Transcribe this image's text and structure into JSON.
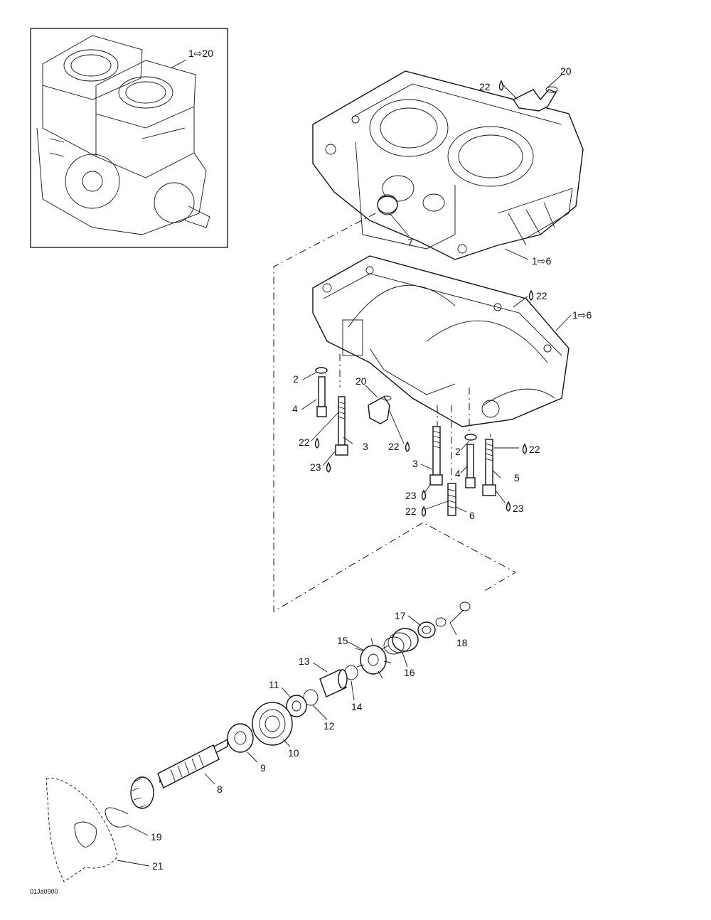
{
  "inset": {
    "label": "1⇨20"
  },
  "callouts": {
    "c20_top": "20",
    "c22_top": "22",
    "c7": "7",
    "c1_6_top": "1⇨6",
    "c22_right": "22",
    "c1_6_mid": "1⇨6",
    "c2_left": "2",
    "c20_mid": "20",
    "c4_left": "4",
    "c22_left": "22",
    "c3_left": "3",
    "c22_mid": "22",
    "c23_left": "23",
    "c2_right": "2",
    "c22_bolt": "22",
    "c3_right": "3",
    "c4_right": "4",
    "c5": "5",
    "c23_mid": "23",
    "c22_low": "22",
    "c6": "6",
    "c23_right": "23",
    "c17": "17",
    "c18": "18",
    "c15": "15",
    "c16": "16",
    "c13": "13",
    "c14": "14",
    "c11": "11",
    "c12": "12",
    "c10": "10",
    "c9": "9",
    "c8": "8",
    "c19": "19",
    "c21": "21"
  },
  "figure_code": "01Ja0900"
}
